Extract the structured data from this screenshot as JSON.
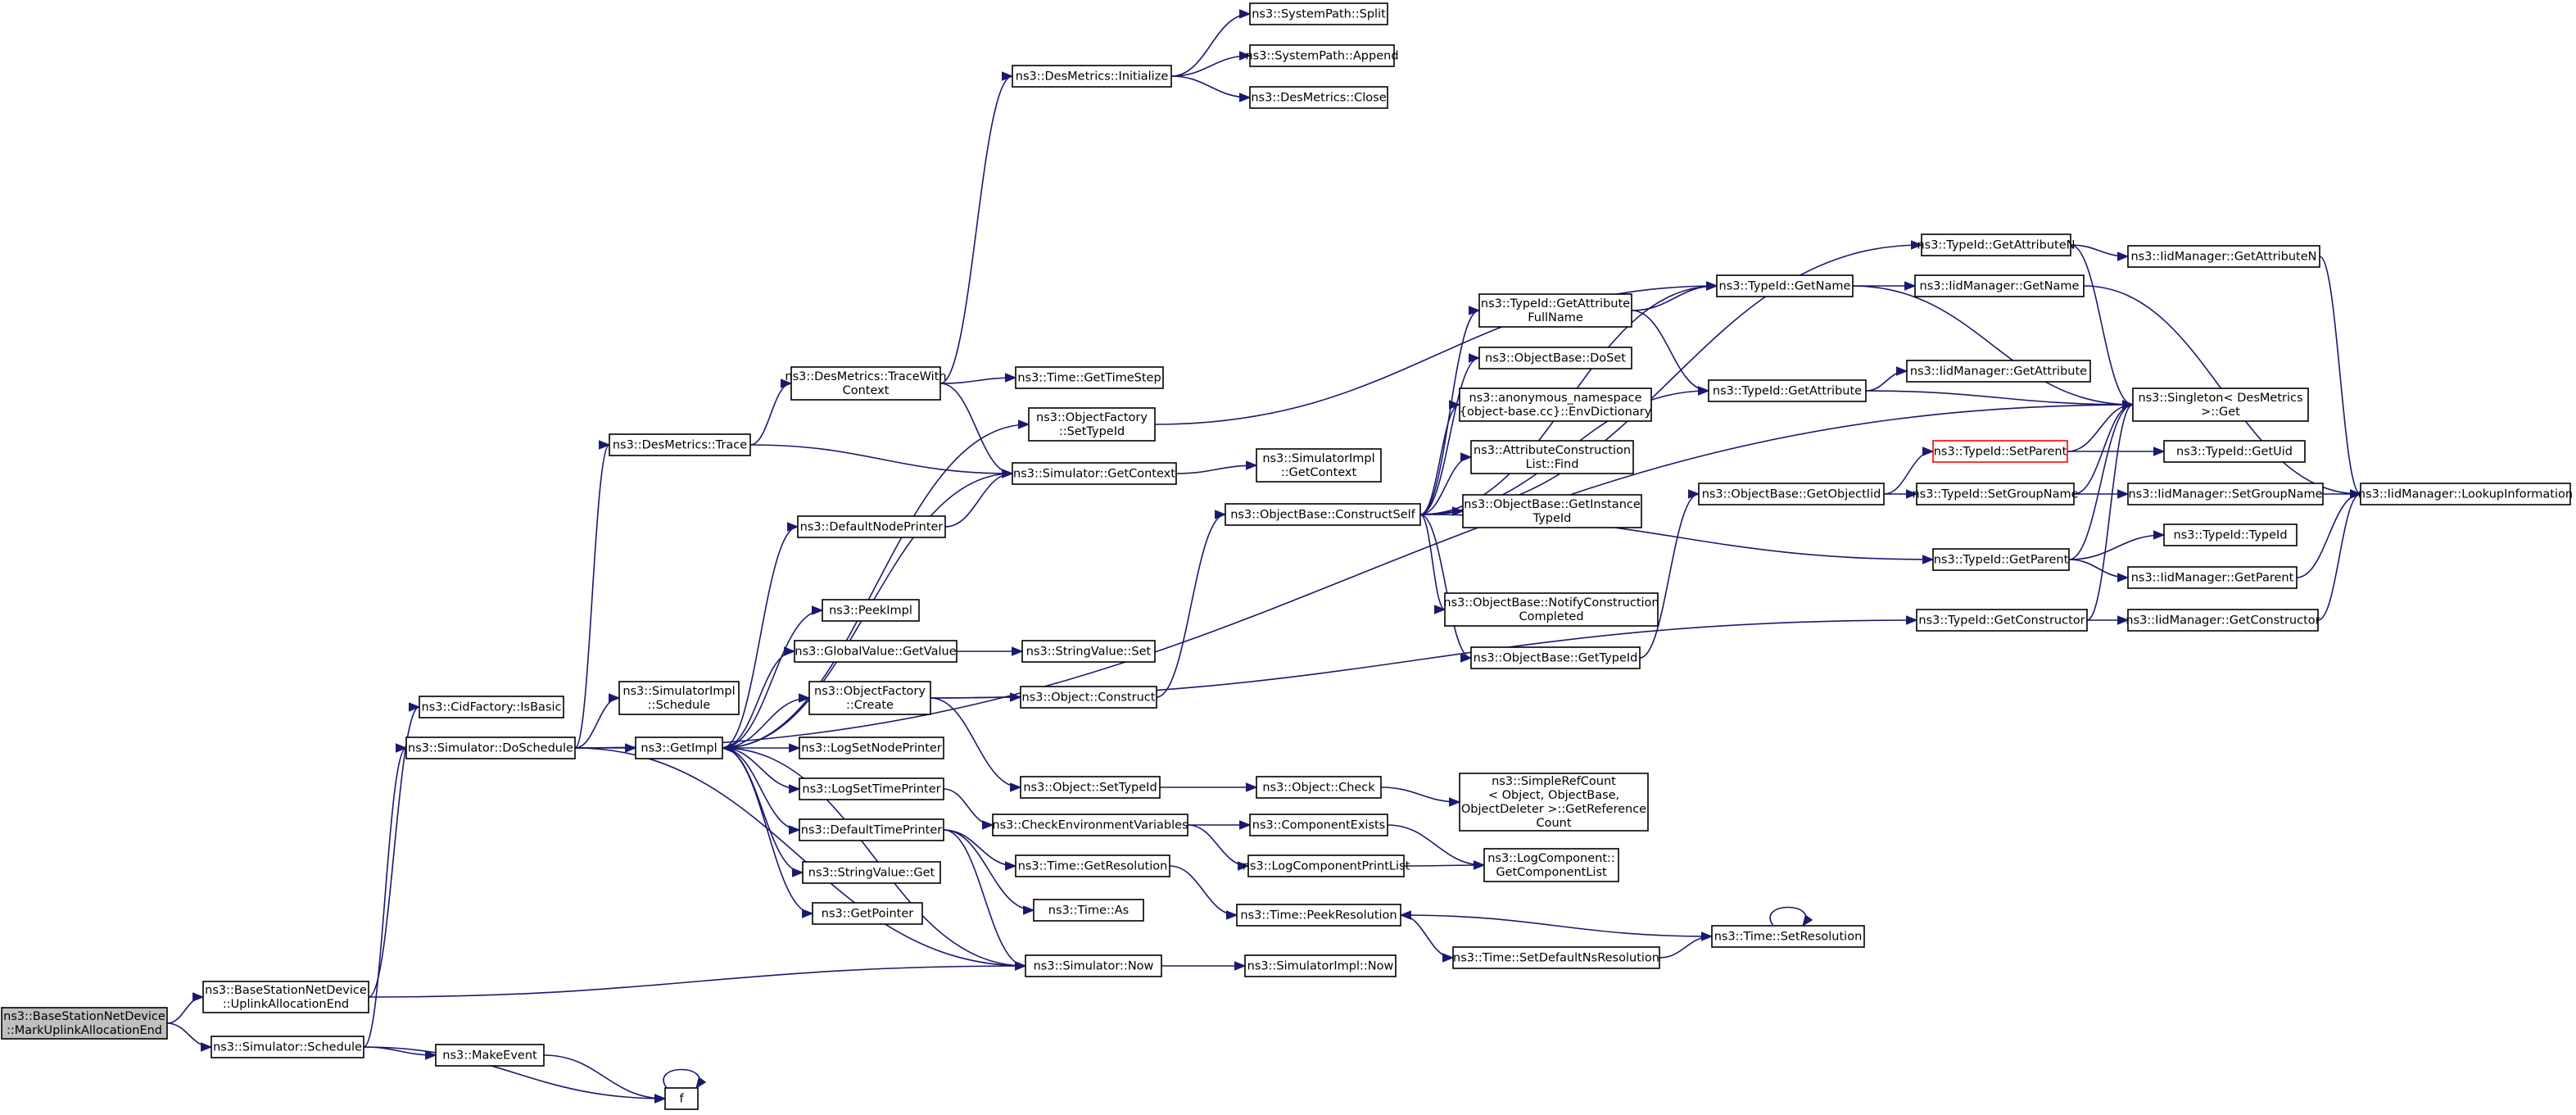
{
  "nodes": [
    {
      "id": "root",
      "lines": [
        "ns3::BaseStationNetDevice",
        "::MarkUplinkAllocationEnd"
      ],
      "root": true
    },
    {
      "id": "ulae",
      "lines": [
        "ns3::BaseStationNetDevice",
        "::UplinkAllocationEnd"
      ]
    },
    {
      "id": "schedule",
      "lines": [
        "ns3::Simulator::Schedule"
      ]
    },
    {
      "id": "isbasic",
      "lines": [
        "ns3::CidFactory::IsBasic"
      ]
    },
    {
      "id": "dosched",
      "lines": [
        "ns3::Simulator::DoSchedule"
      ]
    },
    {
      "id": "makeevent",
      "lines": [
        "ns3::MakeEvent"
      ]
    },
    {
      "id": "f",
      "lines": [
        "f"
      ]
    },
    {
      "id": "simimplsched",
      "lines": [
        "ns3::SimulatorImpl",
        "::Schedule"
      ]
    },
    {
      "id": "trace",
      "lines": [
        "ns3::DesMetrics::Trace"
      ]
    },
    {
      "id": "getimpl",
      "lines": [
        "ns3::GetImpl"
      ]
    },
    {
      "id": "tracewith",
      "lines": [
        "ns3::DesMetrics::TraceWith",
        "Context"
      ]
    },
    {
      "id": "initialize",
      "lines": [
        "ns3::DesMetrics::Initialize"
      ]
    },
    {
      "id": "split",
      "lines": [
        "ns3::SystemPath::Split"
      ]
    },
    {
      "id": "append",
      "lines": [
        "ns3::SystemPath::Append"
      ]
    },
    {
      "id": "close",
      "lines": [
        "ns3::DesMetrics::Close"
      ]
    },
    {
      "id": "gettimestep",
      "lines": [
        "ns3::Time::GetTimeStep"
      ]
    },
    {
      "id": "getcontext",
      "lines": [
        "ns3::Simulator::GetContext"
      ]
    },
    {
      "id": "simimplctx",
      "lines": [
        "ns3::SimulatorImpl",
        "::GetContext"
      ]
    },
    {
      "id": "settypeid",
      "lines": [
        "ns3::ObjectFactory",
        "::SetTypeId"
      ]
    },
    {
      "id": "defnode",
      "lines": [
        "ns3::DefaultNodePrinter"
      ]
    },
    {
      "id": "peekimpl",
      "lines": [
        "ns3::PeekImpl"
      ]
    },
    {
      "id": "gvget",
      "lines": [
        "ns3::GlobalValue::GetValue"
      ]
    },
    {
      "id": "strset",
      "lines": [
        "ns3::StringValue::Set"
      ]
    },
    {
      "id": "ofcreate",
      "lines": [
        "ns3::ObjectFactory",
        "::Create"
      ]
    },
    {
      "id": "objconstruct",
      "lines": [
        "ns3::Object::Construct"
      ]
    },
    {
      "id": "logsetnode",
      "lines": [
        "ns3::LogSetNodePrinter"
      ]
    },
    {
      "id": "logsettime",
      "lines": [
        "ns3::LogSetTimePrinter"
      ]
    },
    {
      "id": "objsettid",
      "lines": [
        "ns3::Object::SetTypeId"
      ]
    },
    {
      "id": "objcheck",
      "lines": [
        "ns3::Object::Check"
      ]
    },
    {
      "id": "deftime",
      "lines": [
        "ns3::DefaultTimePrinter"
      ]
    },
    {
      "id": "checkenv",
      "lines": [
        "ns3::CheckEnvironmentVariables"
      ]
    },
    {
      "id": "compexists",
      "lines": [
        "ns3::ComponentExists"
      ]
    },
    {
      "id": "getres",
      "lines": [
        "ns3::Time::GetResolution"
      ]
    },
    {
      "id": "logcompprint",
      "lines": [
        "ns3::LogComponentPrintList"
      ]
    },
    {
      "id": "strget",
      "lines": [
        "ns3::StringValue::Get"
      ]
    },
    {
      "id": "timeas",
      "lines": [
        "ns3::Time::As"
      ]
    },
    {
      "id": "getpointer",
      "lines": [
        "ns3::GetPointer"
      ]
    },
    {
      "id": "simnow",
      "lines": [
        "ns3::Simulator::Now"
      ]
    },
    {
      "id": "simimplnow",
      "lines": [
        "ns3::SimulatorImpl::Now"
      ]
    },
    {
      "id": "peekres",
      "lines": [
        "ns3::Time::PeekResolution"
      ]
    },
    {
      "id": "setdefns",
      "lines": [
        "ns3::Time::SetDefaultNsResolution"
      ]
    },
    {
      "id": "setres",
      "lines": [
        "ns3::Time::SetResolution"
      ]
    },
    {
      "id": "simplerc",
      "lines": [
        "ns3::SimpleRefCount",
        "< Object, ObjectBase,",
        "ObjectDeleter >::GetReference",
        "Count"
      ]
    },
    {
      "id": "getcomplist",
      "lines": [
        "ns3::LogComponent::",
        "GetComponentList"
      ]
    },
    {
      "id": "constructself",
      "lines": [
        "ns3::ObjectBase::ConstructSelf"
      ]
    },
    {
      "id": "getattrfull",
      "lines": [
        "ns3::TypeId::GetAttribute",
        "FullName"
      ]
    },
    {
      "id": "doset",
      "lines": [
        "ns3::ObjectBase::DoSet"
      ]
    },
    {
      "id": "envdict",
      "lines": [
        "ns3::anonymous_namespace",
        "{object-base.cc}::EnvDictionary"
      ]
    },
    {
      "id": "acfind",
      "lines": [
        "ns3::AttributeConstruction",
        "List::Find"
      ]
    },
    {
      "id": "getinsttid",
      "lines": [
        "ns3::ObjectBase::GetInstance",
        "TypeId"
      ]
    },
    {
      "id": "notify",
      "lines": [
        "ns3::ObjectBase::NotifyConstruction",
        "Completed"
      ]
    },
    {
      "id": "obgettid",
      "lines": [
        "ns3::ObjectBase::GetTypeId"
      ]
    },
    {
      "id": "getobjtid",
      "lines": [
        "ns3::ObjectBase::GetObjectIid"
      ]
    },
    {
      "id": "tidgetname",
      "lines": [
        "ns3::TypeId::GetName"
      ]
    },
    {
      "id": "tidgetattr",
      "lines": [
        "ns3::TypeId::GetAttribute"
      ]
    },
    {
      "id": "tidgetattrn",
      "lines": [
        "ns3::TypeId::GetAttributeN"
      ]
    },
    {
      "id": "tidsetparent",
      "lines": [
        "ns3::TypeId::SetParent"
      ],
      "trunc": true
    },
    {
      "id": "tidsetgroup",
      "lines": [
        "ns3::TypeId::SetGroupName"
      ]
    },
    {
      "id": "tidgetparent",
      "lines": [
        "ns3::TypeId::GetParent"
      ]
    },
    {
      "id": "tidgetctor",
      "lines": [
        "ns3::TypeId::GetConstructor"
      ]
    },
    {
      "id": "iidgetname",
      "lines": [
        "ns3::IidManager::GetName"
      ]
    },
    {
      "id": "iidgetattr",
      "lines": [
        "ns3::IidManager::GetAttribute"
      ]
    },
    {
      "id": "iidgetattrn",
      "lines": [
        "ns3::IidManager::GetAttributeN"
      ]
    },
    {
      "id": "singleton",
      "lines": [
        "ns3::Singleton< DesMetrics",
        ">::Get"
      ]
    },
    {
      "id": "tidgetuid",
      "lines": [
        "ns3::TypeId::GetUid"
      ]
    },
    {
      "id": "iidsetgroup",
      "lines": [
        "ns3::IidManager::SetGroupName"
      ]
    },
    {
      "id": "tidtypeid",
      "lines": [
        "ns3::TypeId::TypeId"
      ]
    },
    {
      "id": "iidgetparent",
      "lines": [
        "ns3::IidManager::GetParent"
      ]
    },
    {
      "id": "iidgetctor",
      "lines": [
        "ns3::IidManager::GetConstructor"
      ]
    },
    {
      "id": "lookup",
      "lines": [
        "ns3::IidManager::LookupInformation"
      ]
    }
  ]
}
